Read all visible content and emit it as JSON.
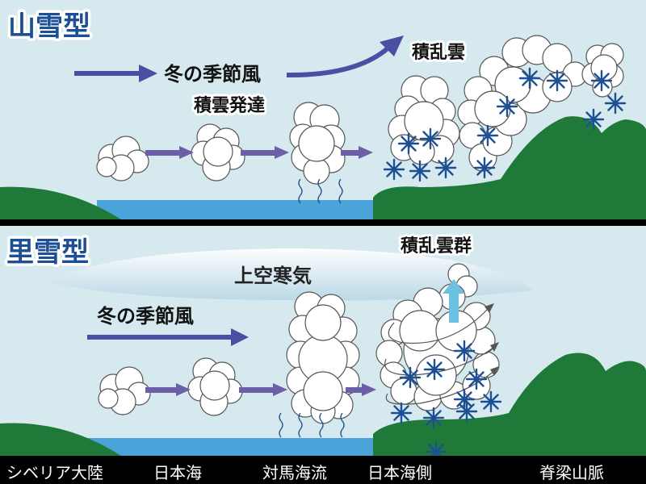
{
  "top": {
    "title": "山雪型",
    "wind_label": "冬の季節風",
    "cloud_dev_label": "積雲発達",
    "cumulonimbus_label": "積乱雲"
  },
  "bottom": {
    "title": "里雪型",
    "cold_air_label": "上空寒気",
    "wind_label": "冬の季節風",
    "cumulonimbus_group_label": "積乱雲群"
  },
  "locations": [
    "シベリア大陸",
    "日本海",
    "対馬海流",
    "日本海側",
    "脊梁山脈"
  ],
  "colors": {
    "sky": "#d5e9ee",
    "sea": "#4aa3d9",
    "land": "#1f7a3a",
    "wind_arrow": "#4a4fa3",
    "cloud_arrow": "#6b5fa8",
    "snow": "#1d4f94",
    "title": "#1c4f93",
    "updraft_arrow": "#6cc0e0"
  }
}
